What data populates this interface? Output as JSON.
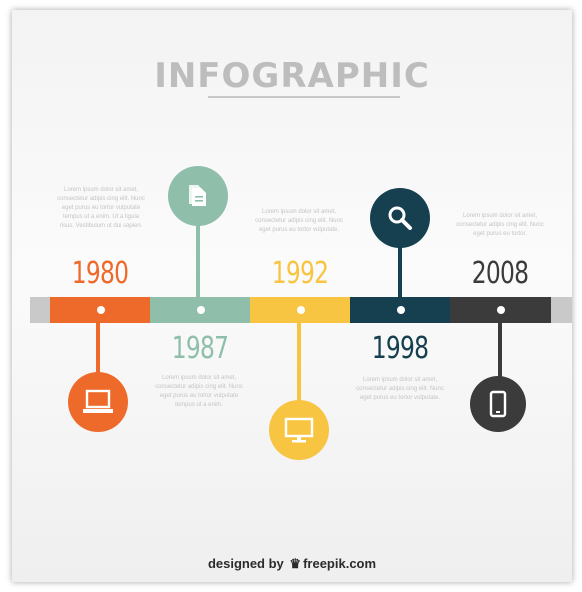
{
  "title": "INFOGRAPHIC",
  "timeline": [
    {
      "year": "1980",
      "color": "#ee6a2a",
      "icon": "laptop-icon",
      "paragraph": "Lorem ipsum dolor sit amet, consectetur adipis cing elit. Nunc eget purus eu tortor vulputate tempus ut a enim. Ut a ligula risus. Vestibulum ut dui sapien."
    },
    {
      "year": "1987",
      "color": "#8fbfab",
      "icon": "document-icon",
      "paragraph": "Lorem ipsum dolor sit amet, consectetur adipis cing elit. Nunc eget purus eu tortor vulputate tempus ut a enim."
    },
    {
      "year": "1992",
      "color": "#f8c543",
      "icon": "monitor-icon",
      "paragraph": "Lorem ipsum dolor sit amet, consectetur adipis cing elit. Nunc eget purus eu tortor vulputate."
    },
    {
      "year": "1998",
      "color": "#16404f",
      "icon": "magnifier-icon",
      "paragraph": "Lorem ipsum dolor sit amet, consectetur adipis cing elit. Nunc eget purus eu tortor vulputate."
    },
    {
      "year": "2008",
      "color": "#3b3b3b",
      "icon": "smartphone-icon",
      "paragraph": "Lorem ipsum dolor sit amet, consectetur adipis cing elit. Nunc eget purus eu tortor."
    }
  ],
  "footer": {
    "prefix": "designed by",
    "brand": "freepik.com"
  }
}
